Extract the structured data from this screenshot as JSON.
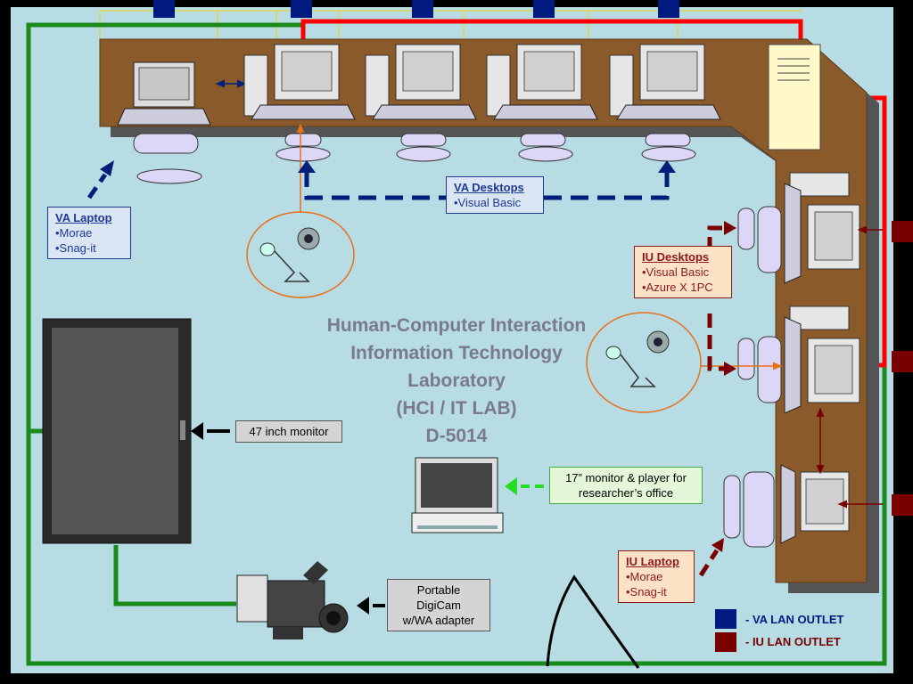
{
  "title": {
    "line1": "Human-Computer Interaction",
    "line2": "Information Technology",
    "line3": "Laboratory",
    "line4": "(HCI / IT LAB)",
    "line5": "D-5014"
  },
  "va_desktops": {
    "title": "VA Desktops",
    "items": [
      "•Visual Basic"
    ]
  },
  "va_laptop": {
    "title": "VA Laptop",
    "items": [
      "•Morae",
      "•Snag-it"
    ]
  },
  "iu_desktops": {
    "title": "IU Desktops",
    "items": [
      "•Visual Basic",
      "•Azure X 1PC"
    ]
  },
  "iu_laptop": {
    "title": "IU Laptop",
    "items": [
      "•Morae",
      "•Snag-it"
    ]
  },
  "monitor_label": "47 inch monitor",
  "player_label": {
    "line1": "17” monitor & player for",
    "line2": "researcher’s office"
  },
  "digicam_label": {
    "line1": "Portable",
    "line2": "DigiCam",
    "line3": "w/WA  adapter"
  },
  "legend": {
    "va": {
      "label": "- VA LAN OUTLET",
      "color": "#001a80"
    },
    "iu": {
      "label": "- IU LAN OUTLET",
      "color": "#7a0000"
    }
  },
  "colors": {
    "floor": "#b7dce4",
    "desk": "#8b5a2b",
    "green_cable": "#1a8a1a",
    "red_cable": "#ff0000",
    "va_arrow": "#001f7a",
    "iu_arrow": "#7a0000"
  }
}
